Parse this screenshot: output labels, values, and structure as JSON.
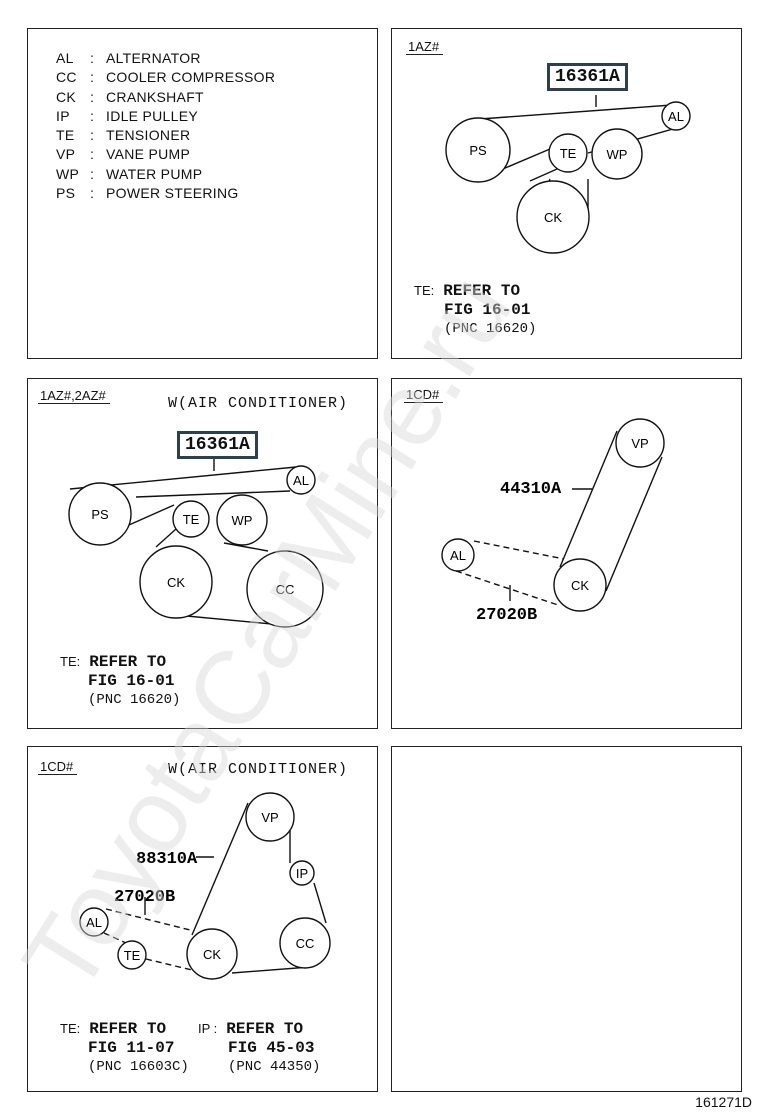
{
  "legend": [
    {
      "abbr": "AL",
      "name": "ALTERNATOR"
    },
    {
      "abbr": "CC",
      "name": "COOLER COMPRESSOR"
    },
    {
      "abbr": "CK",
      "name": "CRANKSHAFT"
    },
    {
      "abbr": "IP",
      "name": "IDLE PULLEY"
    },
    {
      "abbr": "TE",
      "name": "TENSIONER"
    },
    {
      "abbr": "VP",
      "name": "VANE PUMP"
    },
    {
      "abbr": "WP",
      "name": "WATER PUMP"
    },
    {
      "abbr": "PS",
      "name": "POWER STEERING"
    }
  ],
  "colon": ":",
  "panel_1az": {
    "tag": "1AZ#",
    "part": "16361A",
    "pulleys": {
      "ps": "PS",
      "te": "TE",
      "wp": "WP",
      "al": "AL",
      "ck": "CK"
    },
    "ref": {
      "label": "TE:",
      "l1": "REFER TO",
      "l2": "FIG 16-01",
      "l3": "(PNC 16620)"
    }
  },
  "panel_1az2az": {
    "tag": "1AZ#,2AZ#",
    "heading": "W(AIR CONDITIONER)",
    "part": "16361A",
    "pulleys": {
      "ps": "PS",
      "te": "TE",
      "wp": "WP",
      "al": "AL",
      "ck": "CK",
      "cc": "CC"
    },
    "ref": {
      "label": "TE:",
      "l1": "REFER TO",
      "l2": "FIG 16-01",
      "l3": "(PNC 16620)"
    }
  },
  "panel_1cd": {
    "tag": "1CD#",
    "part_belt": "44310A",
    "part_al": "27020B",
    "pulleys": {
      "vp": "VP",
      "al": "AL",
      "ck": "CK"
    }
  },
  "panel_1cd_ac": {
    "tag": "1CD#",
    "heading": "W(AIR CONDITIONER)",
    "part_belt": "88310A",
    "part_al": "27020B",
    "pulleys": {
      "vp": "VP",
      "ip": "IP",
      "al": "AL",
      "te": "TE",
      "ck": "CK",
      "cc": "CC"
    },
    "ref_te": {
      "label": "TE:",
      "l1": "REFER TO",
      "l2": "FIG 11-07",
      "l3": "(PNC 16603C)"
    },
    "ref_ip": {
      "label": "IP :",
      "l1": "REFER TO",
      "l2": "FIG 45-03",
      "l3": "(PNC 44350)"
    }
  },
  "watermark": "ToyotaCarMine.ru",
  "footer": "161271D"
}
